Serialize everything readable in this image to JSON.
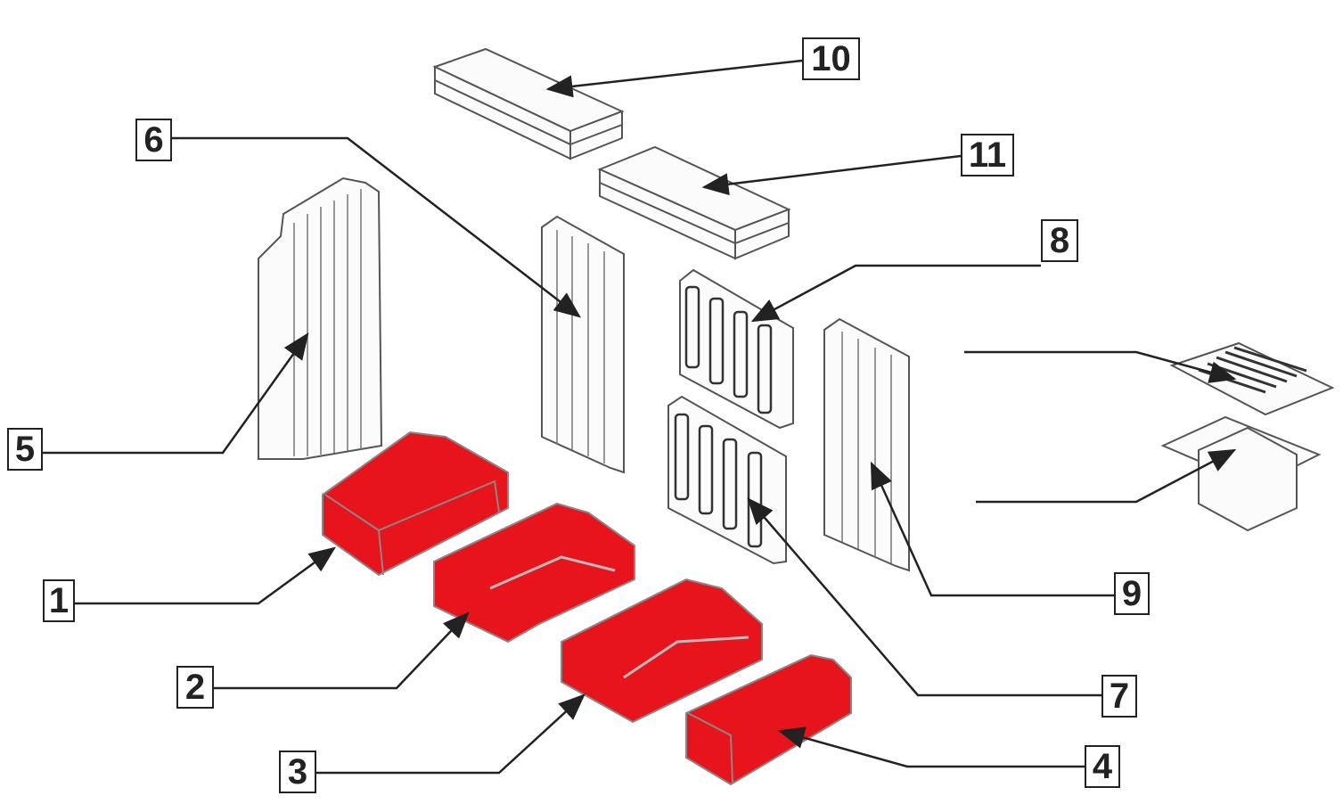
{
  "diagram": {
    "type": "exploded-parts-diagram",
    "highlight_color": "#e8141c",
    "outline_color": "#444444",
    "callouts": [
      {
        "id": "1",
        "label": "1"
      },
      {
        "id": "2",
        "label": "2"
      },
      {
        "id": "3",
        "label": "3"
      },
      {
        "id": "4",
        "label": "4"
      },
      {
        "id": "5",
        "label": "5"
      },
      {
        "id": "6",
        "label": "6"
      },
      {
        "id": "7",
        "label": "7"
      },
      {
        "id": "8",
        "label": "8"
      },
      {
        "id": "9",
        "label": "9"
      },
      {
        "id": "10",
        "label": "10"
      },
      {
        "id": "11",
        "label": "11"
      }
    ]
  }
}
